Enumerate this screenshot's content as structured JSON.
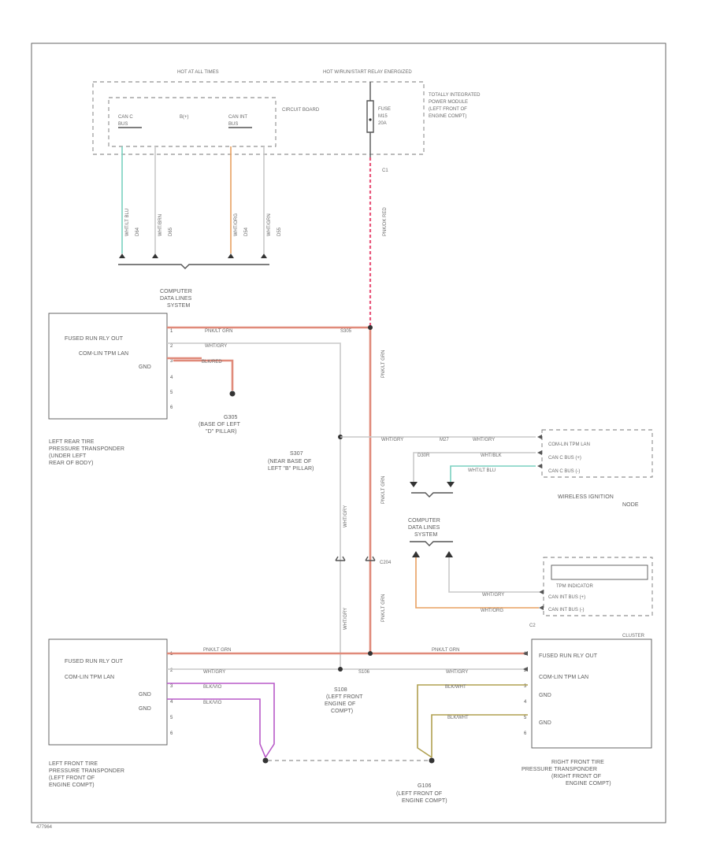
{
  "header": {
    "hot_at_all_times": "HOT AT ALL TIMES",
    "hot_relay": "HOT W/RUN/START RELAY ENERGIZED",
    "circuit_board": "CIRCUIT BOARD",
    "fuse": "FUSE",
    "fuse_num": "M15",
    "fuse_amp": "20A",
    "tipm": [
      "TOTALLY INTEGRATED",
      "POWER MODULE",
      "(LEFT FRONT OF",
      "ENGINE COMPT)"
    ],
    "can_c": "CAN C",
    "can_c_sub": "BUS",
    "b_plus": "B(+)",
    "can_int": "CAN INT",
    "can_int_sub": "BUS"
  },
  "top_wires": [
    "WHT/LT BLU",
    "WHT/BRN",
    "WHT/ORG",
    "WHT/GRN"
  ],
  "top_circuits": [
    "D64",
    "D65",
    "D54",
    "D55"
  ],
  "cdls_top": [
    "COMPUTER",
    "DATA LINES",
    "SYSTEM"
  ],
  "pink_label": "PNK/DK RED",
  "c1": "C1",
  "lr_module": {
    "pins": [
      "FUSED RUN RLY OUT",
      "COM-LIN TPM LAN",
      "GND"
    ],
    "wires": [
      "PNK/LT GRN",
      "WHT/GRY",
      "BLK/RED"
    ],
    "pin_nums": [
      "1",
      "2",
      "3",
      "4",
      "5",
      "6"
    ],
    "label": [
      "LEFT REAR TIRE",
      "PRESSURE TRANSPONDER",
      "(UNDER LEFT",
      "REAR OF BODY)"
    ]
  },
  "g305": [
    "G305",
    "(BASE OF LEFT",
    "\"D\" PILLAR)"
  ],
  "s305": "S305",
  "s307": [
    "S307",
    "(NEAR BASE OF",
    "LEFT \"B\" PILLAR)"
  ],
  "vertical_labels": [
    "PNK/LT GRN",
    "WHT/GRY"
  ],
  "win": {
    "pins": [
      "COM-LIN TPM LAN",
      "CAN C BUS (+)",
      "CAN C BUS (-)"
    ],
    "wires": [
      "WHT/GRY",
      "WHT/BLK",
      "WHT/LT BLU"
    ],
    "mid": "M27",
    "code": "D30R",
    "label": [
      "WIRELESS IGNITION",
      "NODE"
    ]
  },
  "cdls_mid": [
    "COMPUTER",
    "DATA LINES",
    "SYSTEM"
  ],
  "c204": "C204",
  "cluster": {
    "top_pins": [
      "TPM INDICATOR",
      "CAN INT BUS (+)",
      "CAN INT BUS (-)"
    ],
    "top_wires": [
      "WHT/GRY",
      "WHT/ORG"
    ],
    "c2": "C2",
    "name": "CLUSTER",
    "pins": [
      "FUSED RUN RLY OUT",
      "COM-LIN TPM LAN",
      "GND",
      "GND"
    ],
    "wires": [
      "PNK/LT GRN",
      "WHT/GRY",
      "BLK/WHT",
      "BLK/WHT"
    ],
    "pin_nums": [
      "1",
      "2",
      "3",
      "4",
      "5",
      "6"
    ],
    "label": [
      "RIGHT FRONT TIRE",
      "PRESSURE TRANSPONDER",
      "(RIGHT FRONT OF",
      "ENGINE COMPT)"
    ]
  },
  "lf_module": {
    "pins": [
      "FUSED RUN RLY OUT",
      "COM-LIN TPM LAN",
      "GND",
      "GND"
    ],
    "wires": [
      "PNK/LT GRN",
      "WHT/GRY",
      "BLK/VIO",
      "BLK/VIO"
    ],
    "pin_nums": [
      "1",
      "2",
      "3",
      "4",
      "5",
      "6"
    ],
    "label": [
      "LEFT FRONT TIRE",
      "PRESSURE TRANSPONDER",
      "(LEFT FRONT OF",
      "ENGINE COMPT)"
    ]
  },
  "s106": "S106",
  "s108": [
    "S108",
    "(LEFT FRONT",
    "ENGINE OF",
    "COMPT)"
  ],
  "g106": [
    "G106",
    "(LEFT FRONT OF",
    "ENGINE COMPT)"
  ],
  "footer": "477964"
}
